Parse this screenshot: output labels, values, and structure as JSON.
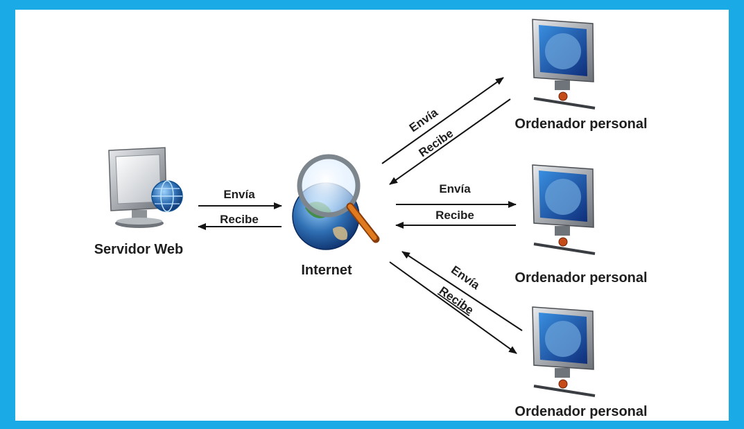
{
  "diagram": {
    "server": {
      "label": "Servidor Web"
    },
    "hub": {
      "label": "Internet"
    },
    "clients": [
      {
        "label": "Ordenador personal"
      },
      {
        "label": "Ordenador personal"
      },
      {
        "label": "Ordenador personal"
      }
    ],
    "links": {
      "server_internet": {
        "send": "Envía",
        "receive": "Recibe"
      },
      "client_1": {
        "send": "Envía",
        "receive": "Recibe"
      },
      "client_2": {
        "send": "Envía",
        "receive": "Recibe"
      },
      "client_3": {
        "send": "Envía",
        "receive": "Recibe"
      }
    }
  },
  "colors": {
    "frame": "#1aaae6",
    "arrows": "#141414",
    "globe": "#2f6fb3",
    "monitor_bezel": "#9aa0a6"
  }
}
